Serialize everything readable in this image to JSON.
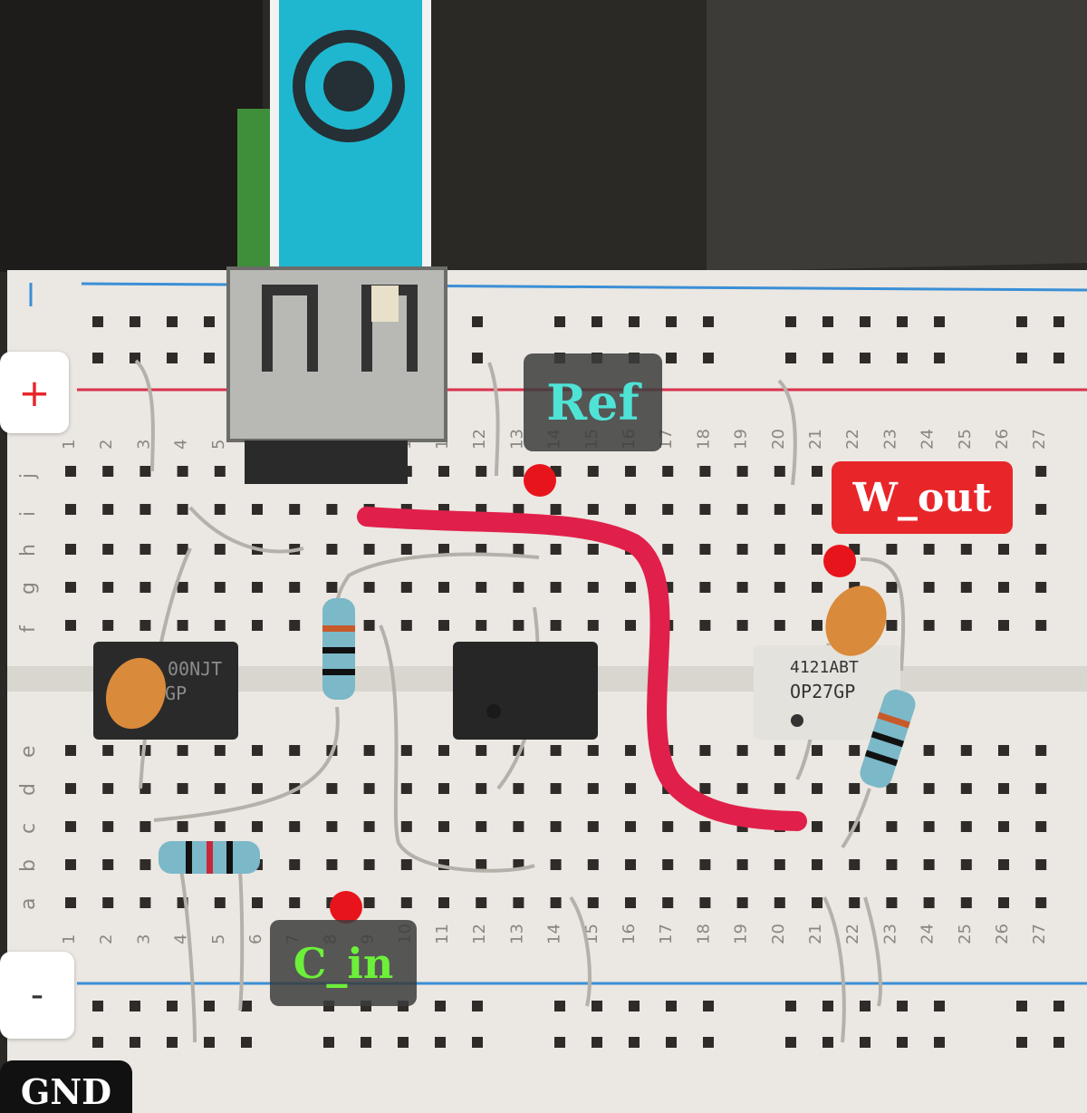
{
  "labels": {
    "ref": "Ref",
    "w_out": "W_out",
    "c_in": "C_in",
    "gnd": "GND",
    "rail_plus": "+",
    "rail_minus": "-"
  },
  "chips": {
    "left_marking_line1": "00NJT",
    "left_marking_line2": "7GP",
    "right_marking_line1": "4121ABT",
    "right_marking_line2": "OP27GP"
  },
  "breadboard": {
    "row_letters_top": [
      "j",
      "i",
      "h",
      "g",
      "f"
    ],
    "row_letters_bottom": [
      "e",
      "d",
      "c",
      "b",
      "a"
    ],
    "column_numbers": [
      "1",
      "2",
      "3",
      "4",
      "5",
      "6",
      "7",
      "8",
      "9",
      "10",
      "11",
      "12",
      "13",
      "14",
      "15",
      "16",
      "17",
      "18",
      "19",
      "20",
      "21",
      "22",
      "23",
      "24",
      "25",
      "26",
      "27"
    ]
  },
  "colors": {
    "ref_text": "#4fe3d6",
    "c_in_text": "#6cf03a",
    "label_red": "#e8262a",
    "marker_red": "#e8141c",
    "usb_teal": "#1fb7d0",
    "wire_red": "#e0204a",
    "rail_red_line": "#d8334f",
    "rail_blue_line": "#3a8fd6"
  }
}
